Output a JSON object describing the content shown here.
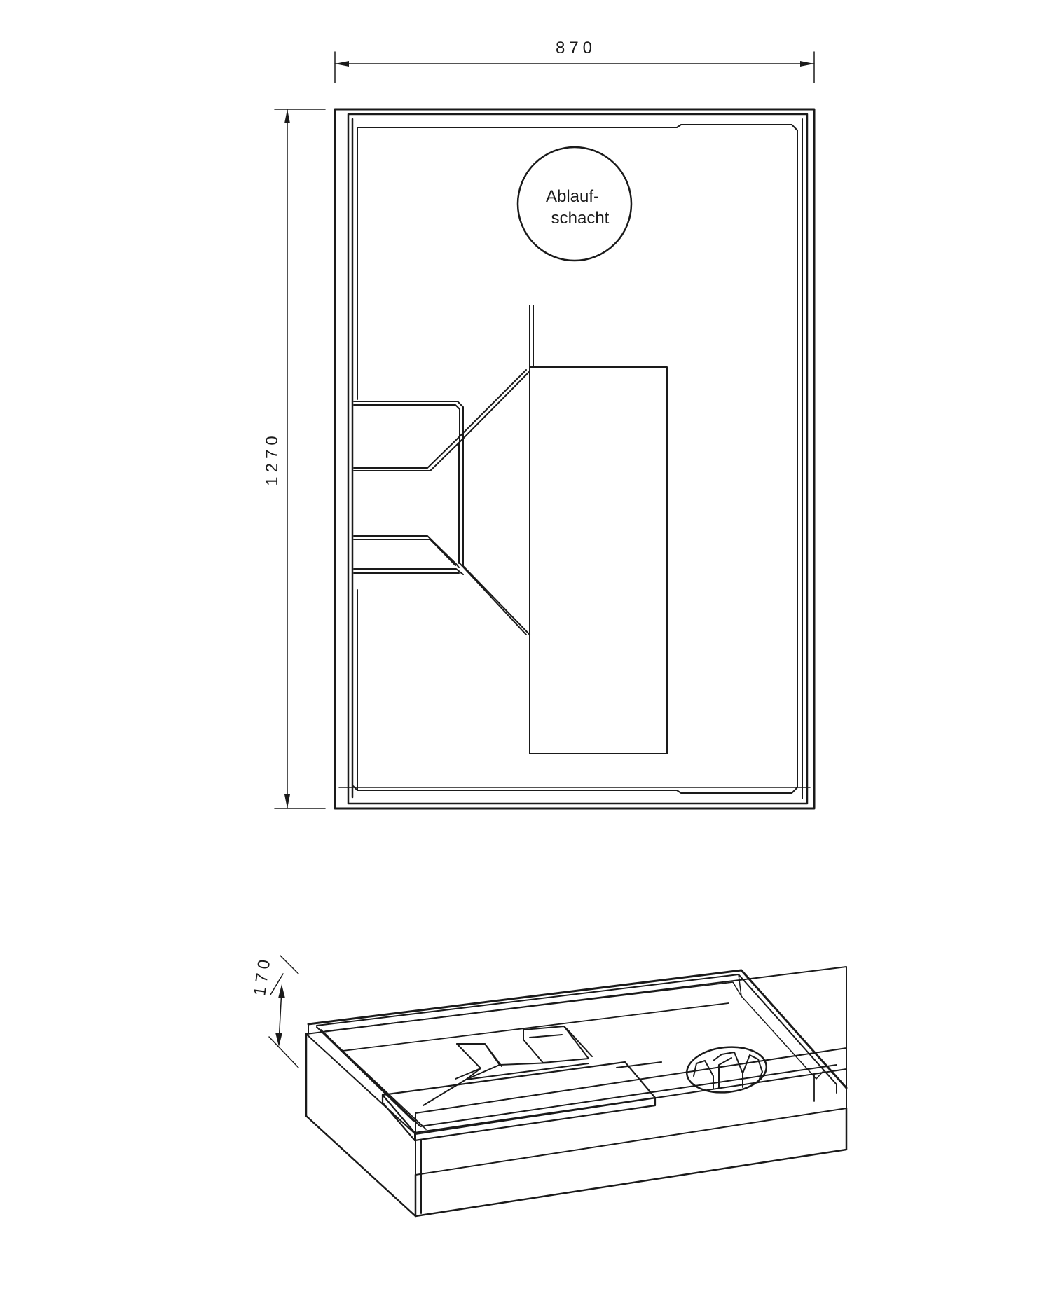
{
  "dimensions": {
    "width": "870",
    "depth": "1270",
    "height": "170"
  },
  "labels": {
    "drain_line1": "Ablauf-",
    "drain_line2": "schacht"
  }
}
